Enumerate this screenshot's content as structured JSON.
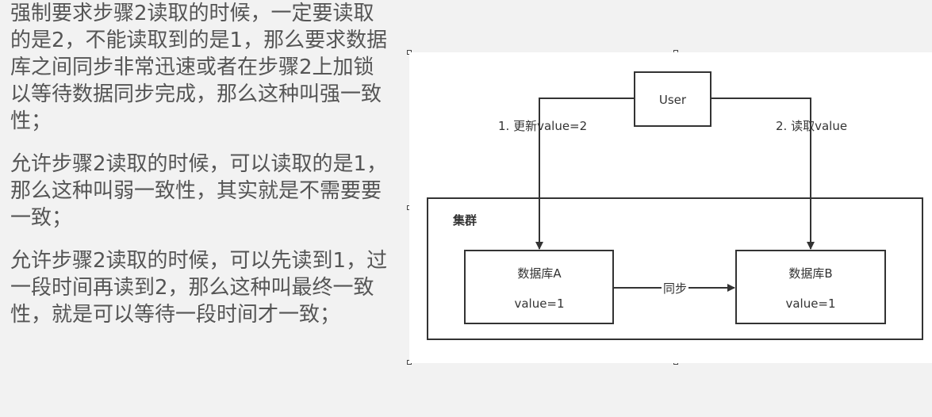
{
  "text": {
    "para1": "强制要求步骤2读取的时候，一定要读取的是2，不能读取到的是1，那么要求数据库之间同步非常迅速或者在步骤2上加锁以等待数据同步完成，那么这种叫强一致性；",
    "para2": "允许步骤2读取的时候，可以读取的是1，那么这种叫弱一致性，其实就是不需要要一致；",
    "para3": "允许步骤2读取的时候，可以先读到1，过一段时间再读到2，那么这种叫最终一致性，就是可以等待一段时间才一致；"
  },
  "diagram": {
    "user_label": "User",
    "update_label": "1. 更新value=2",
    "read_label": "2. 读取value",
    "cluster_label": "集群",
    "db_a": {
      "name": "数据库A",
      "value": "value=1"
    },
    "db_b": {
      "name": "数据库B",
      "value": "value=1"
    },
    "sync_label": "同步"
  },
  "colors": {
    "text": "#555555",
    "stroke": "#333333",
    "background": "#f2f2f2"
  }
}
